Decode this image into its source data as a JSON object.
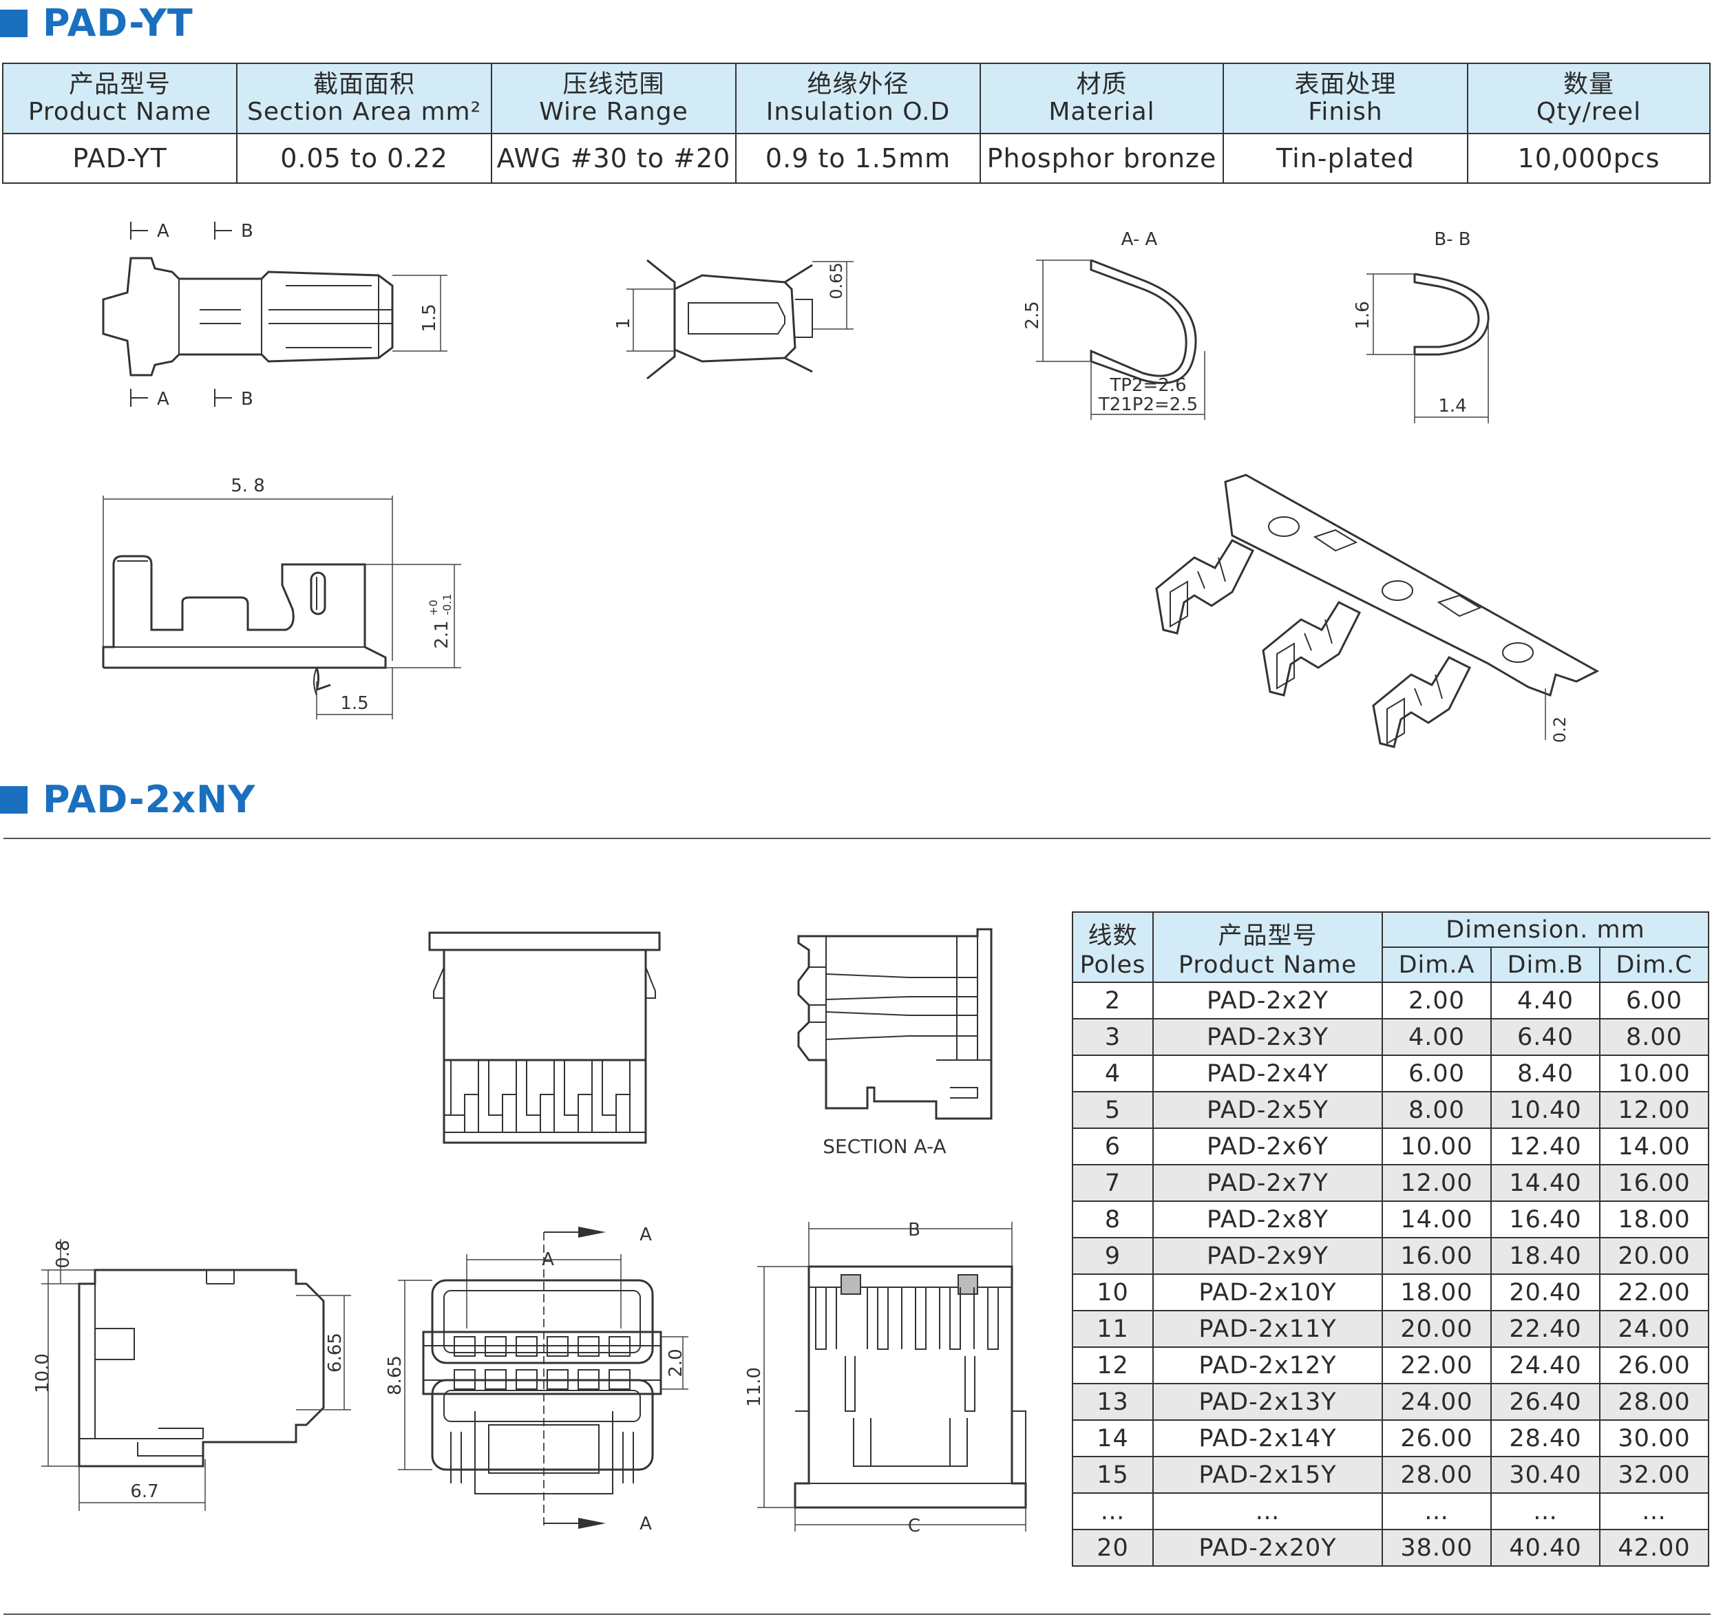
{
  "section1": {
    "title": "PAD-YT"
  },
  "section2": {
    "title": "PAD-2xNY"
  },
  "spec_table": {
    "headers": [
      {
        "cn": "产品型号",
        "en": "Product Name"
      },
      {
        "cn": "截面面积",
        "en": "Section Area mm²"
      },
      {
        "cn": "压线范围",
        "en": "Wire Range"
      },
      {
        "cn": "绝缘外径",
        "en": "Insulation O.D"
      },
      {
        "cn": "材质",
        "en": "Material"
      },
      {
        "cn": "表面处理",
        "en": "Finish"
      },
      {
        "cn": "数量",
        "en": "Qty/reel"
      }
    ],
    "row": [
      "PAD-YT",
      "0.05 to 0.22",
      "AWG #30 to #20",
      "0.9 to 1.5mm",
      "Phosphor bronze",
      "Tin-plated",
      "10,000pcs"
    ]
  },
  "terminal_drawing": {
    "top_view": {
      "marker_a": "A",
      "marker_b": "B",
      "dim_height": "1.5"
    },
    "front_view": {
      "dim_width": "1",
      "dim_tab": "0.65"
    },
    "section_aa": {
      "title": "A- A",
      "dim_height": "2.5",
      "note1": "TP2=2.6",
      "note2": "T21P2=2.5"
    },
    "section_bb": {
      "title": "B- B",
      "dim_height": "1.6",
      "dim_width": "1.4"
    },
    "side_view": {
      "dim_length": "5. 8",
      "dim_height": "2.1",
      "tol_plus": "+0",
      "tol_minus": "-0.1",
      "dim_tail": "1.5"
    },
    "reel_view": {
      "dim_thickness": "0.2"
    }
  },
  "housing_drawing": {
    "section_label": "SECTION A-A",
    "side": {
      "dim_top": "0.8",
      "dim_height": "10.0",
      "dim_inner": "6.65",
      "dim_width": "6.7"
    },
    "front": {
      "marker": "A",
      "dim_a": "A",
      "dim_height": "8.65",
      "dim_pitch": "2.0"
    },
    "rear": {
      "dim_b": "B",
      "dim_c": "C",
      "dim_height": "11.0"
    }
  },
  "dims_table": {
    "col_poles_cn": "线数",
    "col_poles_en": "Poles",
    "col_name_cn": "产品型号",
    "col_name_en": "Product Name",
    "group_label": "Dimension. mm",
    "col_a": "Dim.A",
    "col_b": "Dim.B",
    "col_c": "Dim.C",
    "rows": [
      [
        "2",
        "PAD-2x2Y",
        "2.00",
        "4.40",
        "6.00"
      ],
      [
        "3",
        "PAD-2x3Y",
        "4.00",
        "6.40",
        "8.00"
      ],
      [
        "4",
        "PAD-2x4Y",
        "6.00",
        "8.40",
        "10.00"
      ],
      [
        "5",
        "PAD-2x5Y",
        "8.00",
        "10.40",
        "12.00"
      ],
      [
        "6",
        "PAD-2x6Y",
        "10.00",
        "12.40",
        "14.00"
      ],
      [
        "7",
        "PAD-2x7Y",
        "12.00",
        "14.40",
        "16.00"
      ],
      [
        "8",
        "PAD-2x8Y",
        "14.00",
        "16.40",
        "18.00"
      ],
      [
        "9",
        "PAD-2x9Y",
        "16.00",
        "18.40",
        "20.00"
      ],
      [
        "10",
        "PAD-2x10Y",
        "18.00",
        "20.40",
        "22.00"
      ],
      [
        "11",
        "PAD-2x11Y",
        "20.00",
        "22.40",
        "24.00"
      ],
      [
        "12",
        "PAD-2x12Y",
        "22.00",
        "24.40",
        "26.00"
      ],
      [
        "13",
        "PAD-2x13Y",
        "24.00",
        "26.40",
        "28.00"
      ],
      [
        "14",
        "PAD-2x14Y",
        "26.00",
        "28.40",
        "30.00"
      ],
      [
        "15",
        "PAD-2x15Y",
        "28.00",
        "30.40",
        "32.00"
      ],
      [
        "…",
        "…",
        "…",
        "…",
        "…"
      ],
      [
        "20",
        "PAD-2x20Y",
        "38.00",
        "40.40",
        "42.00"
      ]
    ]
  }
}
